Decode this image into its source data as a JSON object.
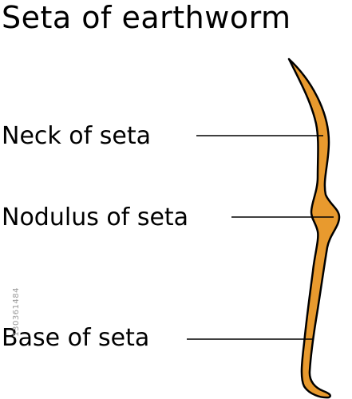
{
  "title": "Seta of earthworm",
  "labels": {
    "neck": "Neck of seta",
    "nodulus": "Nodulus of seta",
    "base": "Base of seta"
  },
  "watermark": "130361484",
  "colors": {
    "seta_fill": "#E89A2E",
    "outline": "#000000",
    "background": "#FFFFFF"
  }
}
